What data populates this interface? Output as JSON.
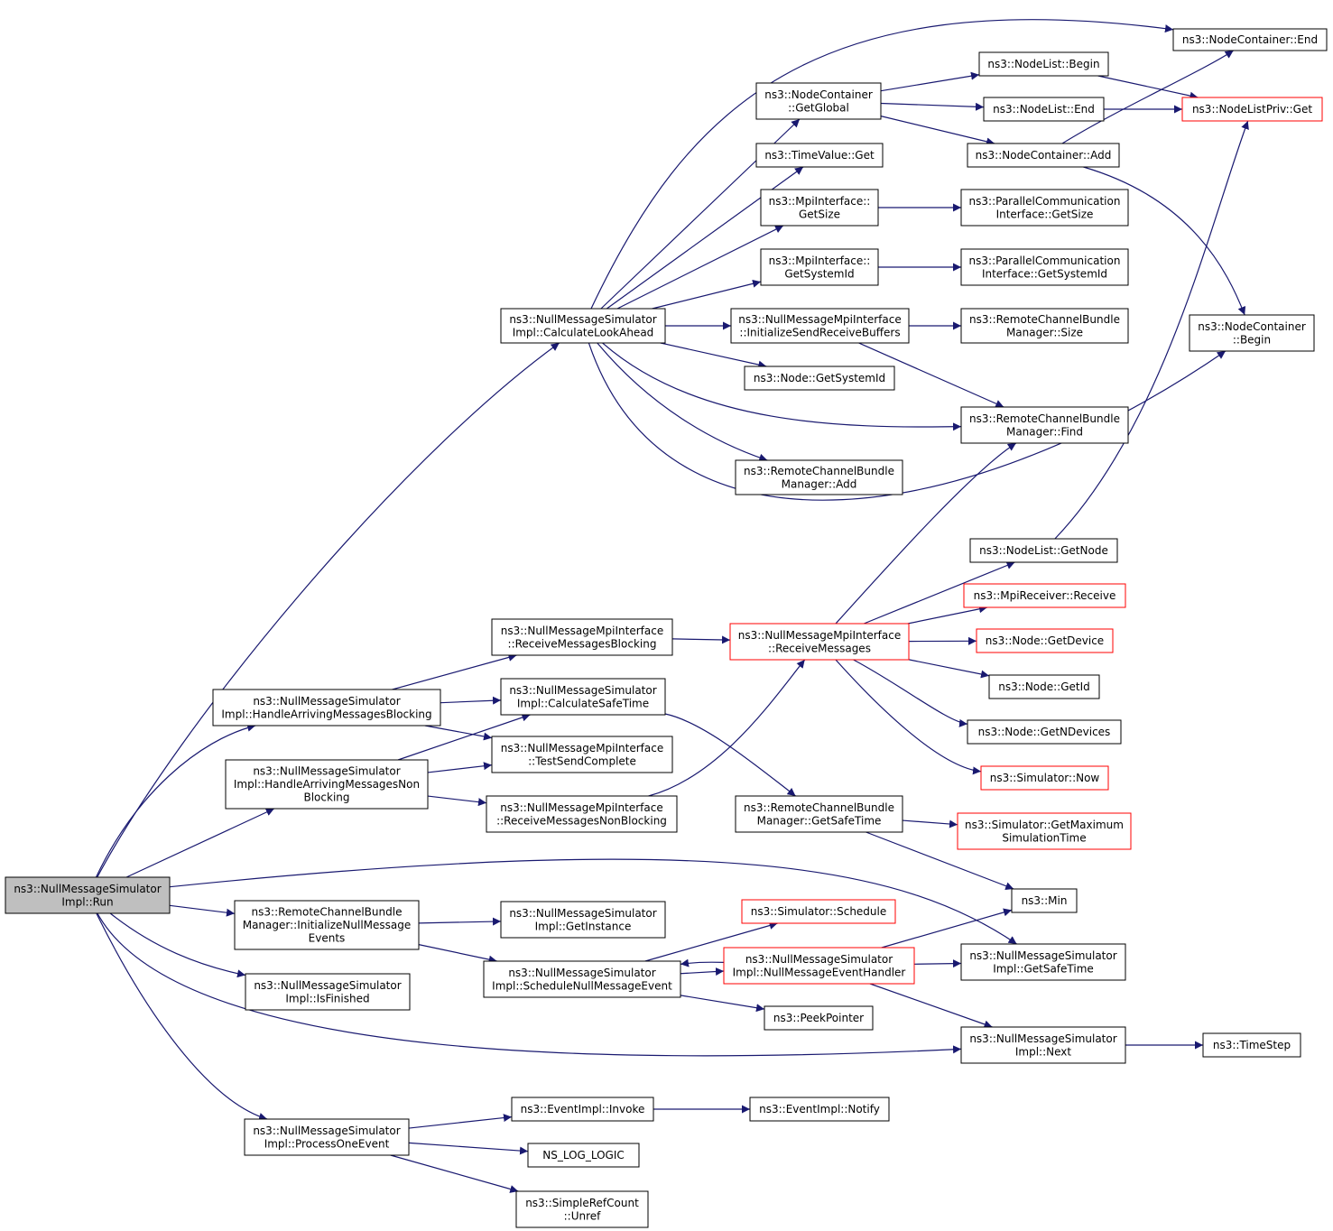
{
  "colors": {
    "edge": "#191970",
    "node_border": "#000000",
    "node_border_truncated": "#ff0000",
    "root_fill": "#bfbfbf",
    "node_fill": "#ffffff"
  },
  "nodes": [
    {
      "id": "run",
      "label": "ns3::NullMessageSimulator\nImpl::Run",
      "root": true
    },
    {
      "id": "calcLookAhead",
      "label": "ns3::NullMessageSimulator\nImpl::CalculateLookAhead"
    },
    {
      "id": "ncEnd",
      "label": "ns3::NodeContainer::End"
    },
    {
      "id": "ncGetGlobal",
      "label": "ns3::NodeContainer\n::GetGlobal"
    },
    {
      "id": "nlBegin",
      "label": "ns3::NodeList::Begin"
    },
    {
      "id": "nlEnd",
      "label": "ns3::NodeList::End"
    },
    {
      "id": "nlpGet",
      "label": "ns3::NodeListPriv::Get",
      "truncated": true
    },
    {
      "id": "tvGet",
      "label": "ns3::TimeValue::Get"
    },
    {
      "id": "ncAdd",
      "label": "ns3::NodeContainer::Add"
    },
    {
      "id": "mpiGetSize",
      "label": "ns3::MpiInterface::\nGetSize"
    },
    {
      "id": "pciGetSize",
      "label": "ns3::ParallelCommunication\nInterface::GetSize"
    },
    {
      "id": "mpiGetSysId",
      "label": "ns3::MpiInterface::\nGetSystemId"
    },
    {
      "id": "pciGetSysId",
      "label": "ns3::ParallelCommunication\nInterface::GetSystemId"
    },
    {
      "id": "ncBegin",
      "label": "ns3::NodeContainer\n::Begin"
    },
    {
      "id": "initBuffers",
      "label": "ns3::NullMessageMpiInterface\n::InitializeSendReceiveBuffers"
    },
    {
      "id": "rcbSize",
      "label": "ns3::RemoteChannelBundle\nManager::Size"
    },
    {
      "id": "nodeGetSysId",
      "label": "ns3::Node::GetSystemId"
    },
    {
      "id": "rcbFind",
      "label": "ns3::RemoteChannelBundle\nManager::Find"
    },
    {
      "id": "rcbAdd",
      "label": "ns3::RemoteChannelBundle\nManager::Add"
    },
    {
      "id": "nlGetNode",
      "label": "ns3::NodeList::GetNode"
    },
    {
      "id": "recvBlocking",
      "label": "ns3::NullMessageMpiInterface\n::ReceiveMessagesBlocking"
    },
    {
      "id": "recvMessages",
      "label": "ns3::NullMessageMpiInterface\n::ReceiveMessages",
      "truncated": true
    },
    {
      "id": "mpiRecv",
      "label": "ns3::MpiReceiver::Receive",
      "truncated": true
    },
    {
      "id": "nodeGetDevice",
      "label": "ns3::Node::GetDevice",
      "truncated": true
    },
    {
      "id": "nodeGetId",
      "label": "ns3::Node::GetId"
    },
    {
      "id": "handleBlocking",
      "label": "ns3::NullMessageSimulator\nImpl::HandleArrivingMessagesBlocking"
    },
    {
      "id": "calcSafeTime",
      "label": "ns3::NullMessageSimulator\nImpl::CalculateSafeTime"
    },
    {
      "id": "nodeGetNDevices",
      "label": "ns3::Node::GetNDevices"
    },
    {
      "id": "testSend",
      "label": "ns3::NullMessageMpiInterface\n::TestSendComplete"
    },
    {
      "id": "handleNonBlocking",
      "label": "ns3::NullMessageSimulator\nImpl::HandleArrivingMessagesNon\nBlocking"
    },
    {
      "id": "simNow",
      "label": "ns3::Simulator::Now",
      "truncated": true
    },
    {
      "id": "recvNonBlocking",
      "label": "ns3::NullMessageMpiInterface\n::ReceiveMessagesNonBlocking"
    },
    {
      "id": "rcbGetSafeTime",
      "label": "ns3::RemoteChannelBundle\nManager::GetSafeTime"
    },
    {
      "id": "simMaxTime",
      "label": "ns3::Simulator::GetMaximum\nSimulationTime",
      "truncated": true
    },
    {
      "id": "min",
      "label": "ns3::Min"
    },
    {
      "id": "rcbInitNull",
      "label": "ns3::RemoteChannelBundle\nManager::InitializeNullMessage\nEvents"
    },
    {
      "id": "getInstance",
      "label": "ns3::NullMessageSimulator\nImpl::GetInstance"
    },
    {
      "id": "simSchedule",
      "label": "ns3::Simulator::Schedule",
      "truncated": true
    },
    {
      "id": "nullHandler",
      "label": "ns3::NullMessageSimulator\nImpl::NullMessageEventHandler",
      "truncated": true
    },
    {
      "id": "getSafeTime",
      "label": "ns3::NullMessageSimulator\nImpl::GetSafeTime"
    },
    {
      "id": "scheduleNull",
      "label": "ns3::NullMessageSimulator\nImpl::ScheduleNullMessageEvent"
    },
    {
      "id": "isFinished",
      "label": "ns3::NullMessageSimulator\nImpl::IsFinished"
    },
    {
      "id": "peekPointer",
      "label": "ns3::PeekPointer"
    },
    {
      "id": "next",
      "label": "ns3::NullMessageSimulator\nImpl::Next"
    },
    {
      "id": "timeStep",
      "label": "ns3::TimeStep"
    },
    {
      "id": "invoke",
      "label": "ns3::EventImpl::Invoke"
    },
    {
      "id": "notify",
      "label": "ns3::EventImpl::Notify"
    },
    {
      "id": "processOne",
      "label": "ns3::NullMessageSimulator\nImpl::ProcessOneEvent"
    },
    {
      "id": "nsLogLogic",
      "label": "NS_LOG_LOGIC"
    },
    {
      "id": "unref",
      "label": "ns3::SimpleRefCount\n::Unref"
    }
  ],
  "edges": [
    [
      "run",
      "calcLookAhead"
    ],
    [
      "run",
      "handleBlocking"
    ],
    [
      "run",
      "handleNonBlocking"
    ],
    [
      "run",
      "getSafeTime"
    ],
    [
      "run",
      "rcbInitNull"
    ],
    [
      "run",
      "isFinished"
    ],
    [
      "run",
      "next"
    ],
    [
      "run",
      "processOne"
    ],
    [
      "calcLookAhead",
      "ncEnd"
    ],
    [
      "calcLookAhead",
      "ncGetGlobal"
    ],
    [
      "calcLookAhead",
      "tvGet"
    ],
    [
      "calcLookAhead",
      "mpiGetSize"
    ],
    [
      "calcLookAhead",
      "mpiGetSysId"
    ],
    [
      "calcLookAhead",
      "initBuffers"
    ],
    [
      "calcLookAhead",
      "nodeGetSysId"
    ],
    [
      "calcLookAhead",
      "rcbFind"
    ],
    [
      "calcLookAhead",
      "rcbAdd"
    ],
    [
      "calcLookAhead",
      "ncBegin"
    ],
    [
      "ncGetGlobal",
      "nlBegin"
    ],
    [
      "ncGetGlobal",
      "nlEnd"
    ],
    [
      "ncGetGlobal",
      "ncAdd"
    ],
    [
      "nlBegin",
      "nlpGet"
    ],
    [
      "nlEnd",
      "nlpGet"
    ],
    [
      "ncAdd",
      "ncEnd"
    ],
    [
      "ncAdd",
      "ncBegin"
    ],
    [
      "mpiGetSize",
      "pciGetSize"
    ],
    [
      "mpiGetSysId",
      "pciGetSysId"
    ],
    [
      "initBuffers",
      "rcbSize"
    ],
    [
      "initBuffers",
      "rcbFind"
    ],
    [
      "handleBlocking",
      "recvBlocking"
    ],
    [
      "handleBlocking",
      "calcSafeTime"
    ],
    [
      "handleBlocking",
      "testSend"
    ],
    [
      "handleNonBlocking",
      "calcSafeTime"
    ],
    [
      "handleNonBlocking",
      "testSend"
    ],
    [
      "handleNonBlocking",
      "recvNonBlocking"
    ],
    [
      "recvBlocking",
      "recvMessages"
    ],
    [
      "recvNonBlocking",
      "recvMessages"
    ],
    [
      "recvMessages",
      "rcbFind"
    ],
    [
      "recvMessages",
      "nlGetNode"
    ],
    [
      "recvMessages",
      "mpiRecv"
    ],
    [
      "recvMessages",
      "nodeGetDevice"
    ],
    [
      "recvMessages",
      "nodeGetId"
    ],
    [
      "recvMessages",
      "nodeGetNDevices"
    ],
    [
      "recvMessages",
      "simNow"
    ],
    [
      "nlGetNode",
      "nlpGet"
    ],
    [
      "calcSafeTime",
      "rcbGetSafeTime"
    ],
    [
      "rcbGetSafeTime",
      "simMaxTime"
    ],
    [
      "rcbGetSafeTime",
      "min"
    ],
    [
      "rcbInitNull",
      "getInstance"
    ],
    [
      "rcbInitNull",
      "scheduleNull"
    ],
    [
      "scheduleNull",
      "simSchedule"
    ],
    [
      "scheduleNull",
      "nullHandler"
    ],
    [
      "scheduleNull",
      "peekPointer"
    ],
    [
      "nullHandler",
      "scheduleNull"
    ],
    [
      "nullHandler",
      "min"
    ],
    [
      "nullHandler",
      "getSafeTime"
    ],
    [
      "nullHandler",
      "next"
    ],
    [
      "next",
      "timeStep"
    ],
    [
      "processOne",
      "invoke"
    ],
    [
      "processOne",
      "nsLogLogic"
    ],
    [
      "processOne",
      "unref"
    ],
    [
      "invoke",
      "notify"
    ]
  ]
}
